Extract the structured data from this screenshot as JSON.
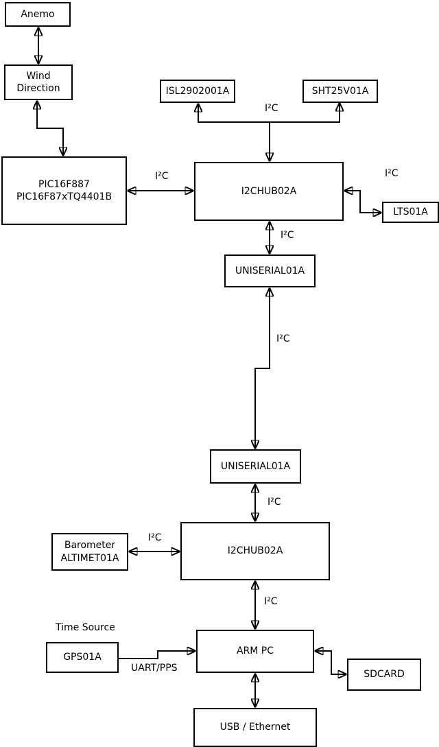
{
  "diagram": {
    "type": "block-diagram",
    "colors": {
      "line": "#000000",
      "background": "#ffffff",
      "box_fill": "#ffffff"
    },
    "nodes": {
      "anemo": {
        "label": "Anemo"
      },
      "wind_direction": {
        "label": "Wind\nDirection"
      },
      "pic": {
        "label": "PIC16F887\nPIC16F87xTQ4401B"
      },
      "isl": {
        "label": "ISL2902001A"
      },
      "sht": {
        "label": "SHT25V01A"
      },
      "hub_top": {
        "label": "I2CHUB02A"
      },
      "lts": {
        "label": "LTS01A"
      },
      "uniserial_top": {
        "label": "UNISERIAL01A"
      },
      "uniserial_bottom": {
        "label": "UNISERIAL01A"
      },
      "hub_bottom": {
        "label": "I2CHUB02A"
      },
      "barometer": {
        "label": "Barometer\nALTIMET01A"
      },
      "arm_pc": {
        "label": "ARM PC"
      },
      "gps": {
        "label": "GPS01A"
      },
      "sdcard": {
        "label": "SDCARD"
      },
      "usb_ethernet": {
        "label": "USB / Ethernet"
      }
    },
    "edge_labels": {
      "i2c_sensors": "I²C",
      "i2c_pic": "I²C",
      "i2c_lts": "I²C",
      "i2c_hub_uniserial": "I²C",
      "i2c_backbone": "I²C",
      "i2c_uniserial_hub": "I²C",
      "i2c_barometer": "I²C",
      "i2c_arm": "I²C",
      "time_source": "Time Source",
      "uart_pps": "UART/PPS"
    }
  }
}
